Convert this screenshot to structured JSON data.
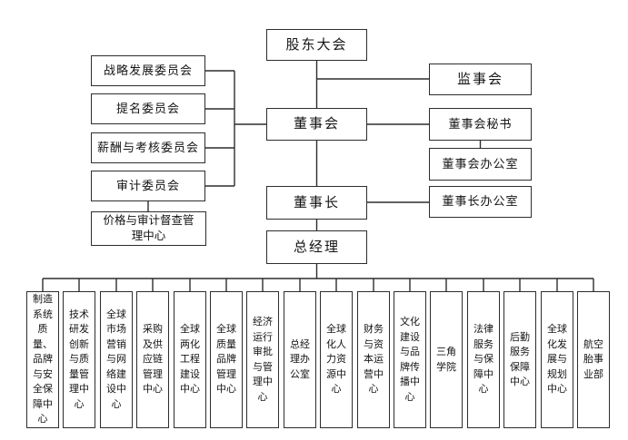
{
  "org_chart": {
    "shareholders_meeting": "股东大会",
    "supervisory_board": "监事会",
    "board_of_directors": "董事会",
    "board_secretary": "董事会秘书",
    "board_office": "董事会办公室",
    "chairman": "董事长",
    "chairman_office": "董事长办公室",
    "general_manager": "总经理",
    "board_committees": [
      "战略发展委员会",
      "提名委员会",
      "薪酬与考核委员会",
      "审计委员会"
    ],
    "audit_subordinate_center": "价格与审计督查管理中心",
    "departments": [
      "制造系统质量、品牌与安全保障中心",
      "技术研发创新与质量管理中心",
      "全球市场营销与网络建设中心",
      "采购及供应链管理中心",
      "全球两化工程建设中心",
      "全球质量品牌管理中心",
      "经济运行审批与管理中心",
      "总经理办公室",
      "全球化人力资源中心",
      "财务与资本运营中心",
      "文化建设与品牌传播中心",
      "三角学院",
      "法律服务与保障中心",
      "后勤服务保障中心",
      "全球化发展与规划中心",
      "航空胎事业部"
    ]
  }
}
